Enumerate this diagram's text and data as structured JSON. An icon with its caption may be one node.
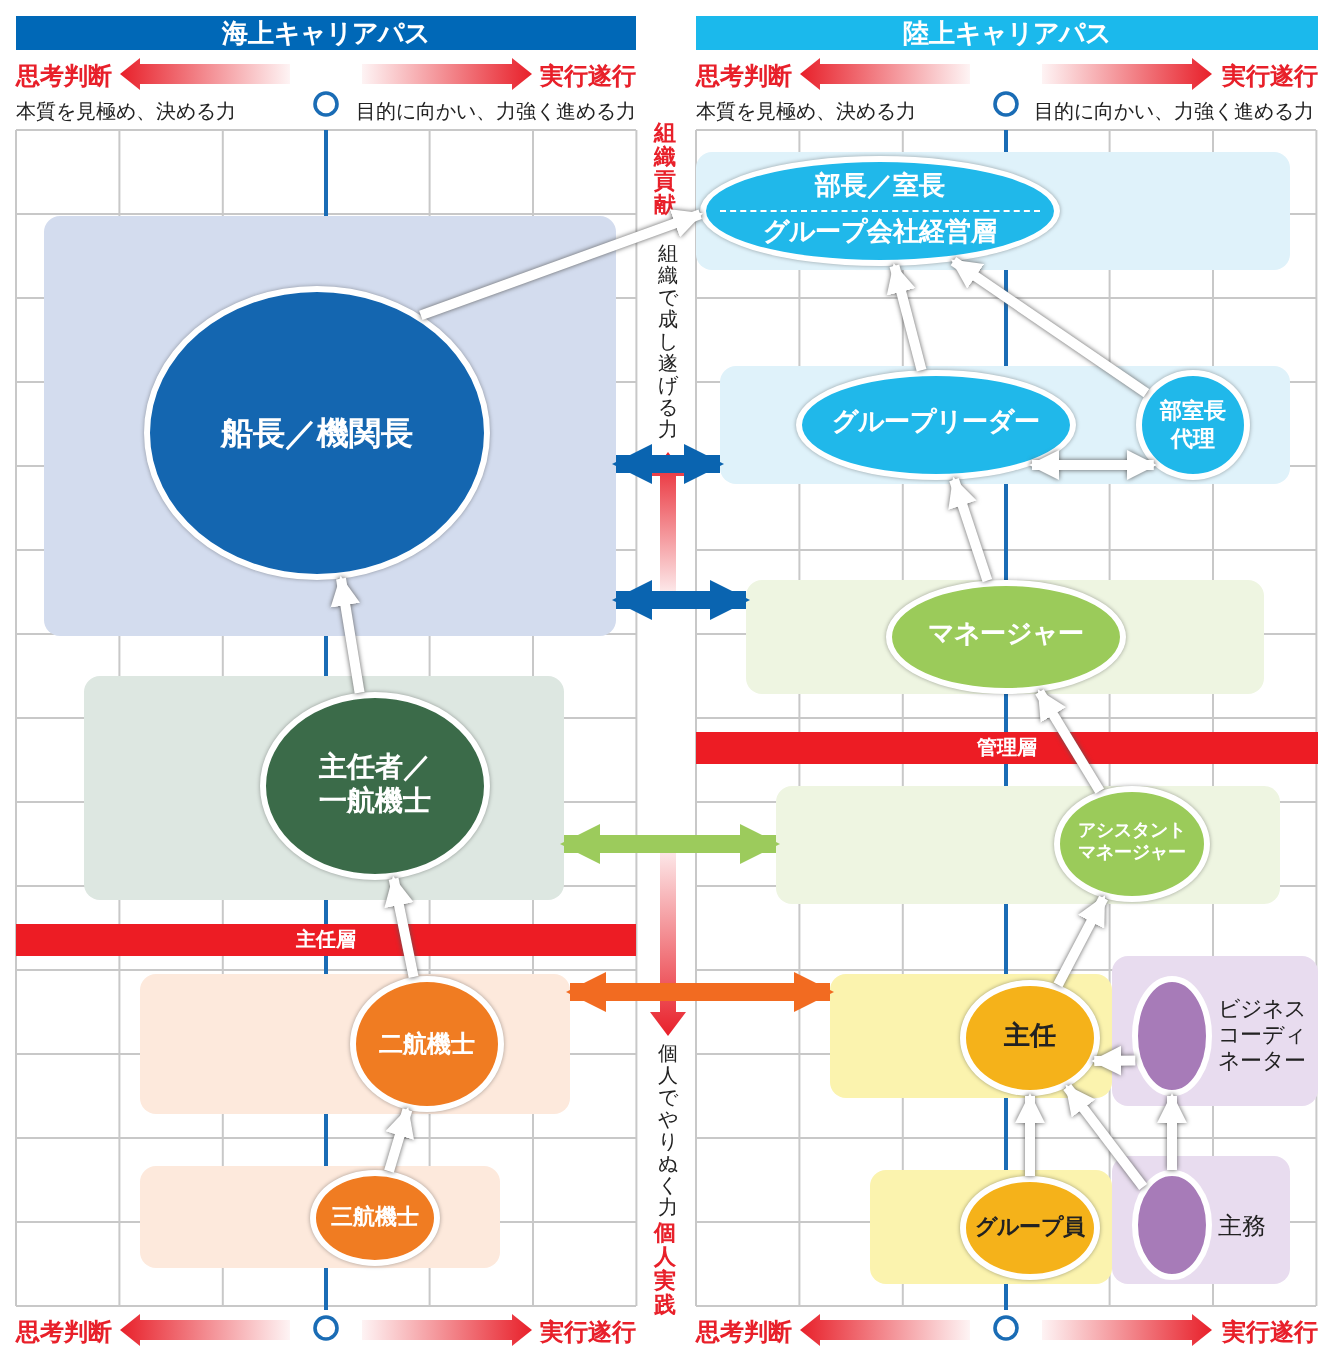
{
  "diagram": {
    "nodes": [
      {
        "text": [],
        "shape": "box"
      },
      {
        "text": [
          "船長／機関長"
        ],
        "in": 0
      },
      {
        "text": [],
        "shape": "box"
      },
      {
        "text": [
          "主任者／一航機士"
        ],
        "in": 2
      },
      {
        "text": [],
        "shape": "box"
      },
      {
        "text": [
          "二航機士"
        ],
        "in": 4
      },
      {
        "text": [],
        "shape": "box"
      },
      {
        "text": [
          "三航機士"
        ],
        "in": 6
      },
      {
        "text": [],
        "shape": "box"
      },
      {
        "text": [
          "部長／室長",
          "グループ会社経営層"
        ],
        "in": 8
      },
      {
        "text": [],
        "shape": "box"
      },
      {
        "text": [
          "グループリーダー"
        ],
        "in": 10
      },
      {
        "text": [
          "部室長代理"
        ],
        "in": 10
      },
      {
        "text": [],
        "shape": "box"
      },
      {
        "text": [
          "マネージャー"
        ],
        "in": 13
      },
      {
        "text": [],
        "shape": "box"
      },
      {
        "text": [
          "アシスタントマネージャー"
        ],
        "in": 15
      },
      {
        "text": [],
        "shape": "box"
      },
      {
        "text": [],
        "shape": "box"
      },
      {
        "text": [
          "ビジネスコーディネーター"
        ],
        "in": 18
      },
      {
        "text": [
          "主任"
        ],
        "in": 17
      },
      {
        "text": [],
        "shape": "box"
      },
      {
        "text": [],
        "shape": "box"
      },
      {
        "text": [
          "主務"
        ],
        "in": 22
      },
      {
        "text": [
          "グループ員"
        ],
        "in": 21
      }
    ],
    "edges": [
      {
        "from": 7,
        "to": 5,
        "arrow": "to"
      },
      {
        "from": 5,
        "to": 3,
        "arrow": "to"
      },
      {
        "from": 3,
        "to": 1,
        "arrow": "to"
      },
      {
        "from": 1,
        "to": 9,
        "arrow": "to"
      },
      {
        "from": 14,
        "to": 11,
        "arrow": "to"
      },
      {
        "from": 11,
        "to": 9,
        "arrow": "to"
      },
      {
        "from": 12,
        "to": 9,
        "arrow": "to"
      },
      {
        "from": 11,
        "to": 12,
        "arrow": "both"
      },
      {
        "from": 16,
        "to": 14,
        "arrow": "to"
      },
      {
        "from": 20,
        "to": 16,
        "arrow": "to"
      },
      {
        "from": 24,
        "to": 20,
        "arrow": "to"
      },
      {
        "from": 23,
        "to": 20,
        "arrow": "to"
      },
      {
        "from": 23,
        "to": 19,
        "arrow": "to"
      },
      {
        "from": 19,
        "to": 20,
        "arrow": "to"
      },
      {
        "from": 0,
        "to": 10,
        "arrow": "both",
        "style": "thick",
        "color": "#0a64b0"
      },
      {
        "from": 0,
        "to": 13,
        "arrow": "both",
        "style": "thick",
        "color": "#0a64b0"
      },
      {
        "from": 2,
        "to": 15,
        "arrow": "both",
        "style": "thick",
        "color": "#9ccb5c"
      },
      {
        "from": 4,
        "to": 17,
        "arrow": "both",
        "style": "thick",
        "color": "#f26b21"
      }
    ],
    "labels": [
      "海上キャリアパス",
      "陸上キャリアパス",
      "思考判断",
      "実行遂行",
      "思考判断",
      "実行遂行",
      "本質を見極め、決める力",
      "目的に向かい、力強く進める力",
      "本質を見極め、決める力",
      "目的に向かい、力強く進める力",
      "組織貢献",
      "組織で成し遂げる力",
      "管理層",
      "主任層",
      "個人でやりぬく力",
      "個人実践",
      "思考判断",
      "実行遂行",
      "思考判断",
      "実行遂行"
    ]
  }
}
